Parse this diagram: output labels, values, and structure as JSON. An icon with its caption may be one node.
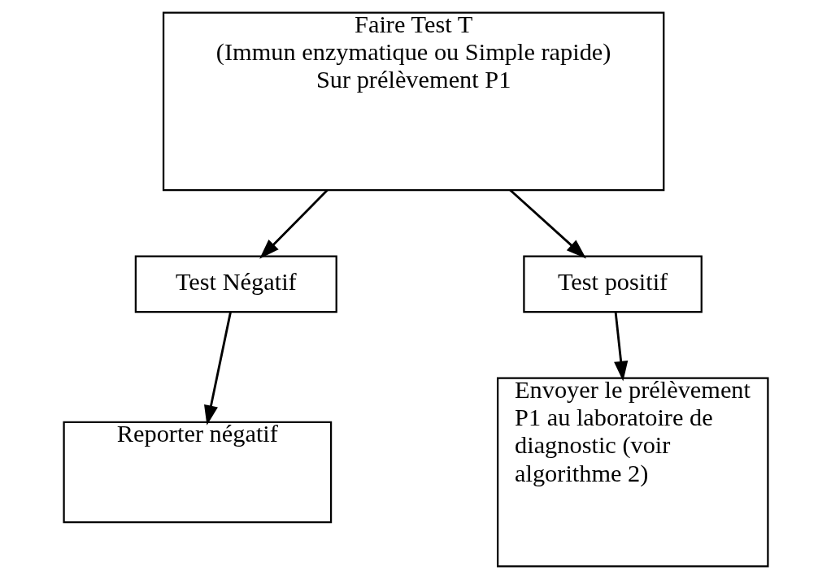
{
  "diagram": {
    "nodes": [
      {
        "text": [
          "Faire Test T",
          "(Immun enzymatique ou Simple rapide)",
          "Sur prélèvement P1"
        ]
      },
      {
        "text": [
          "Test Négatif"
        ]
      },
      {
        "text": [
          "Test positif"
        ]
      },
      {
        "text": [
          "Reporter négatif"
        ]
      },
      {
        "text": [
          "Envoyer le prélèvement P1 au laboratoire de diagnostic (voir algorithme 2)"
        ]
      }
    ],
    "edges": [
      {
        "from": 0,
        "to": 1,
        "arrow": "to"
      },
      {
        "from": 0,
        "to": 2,
        "arrow": "to"
      },
      {
        "from": 1,
        "to": 3,
        "arrow": "to"
      },
      {
        "from": 2,
        "to": 4,
        "arrow": "to"
      }
    ]
  }
}
